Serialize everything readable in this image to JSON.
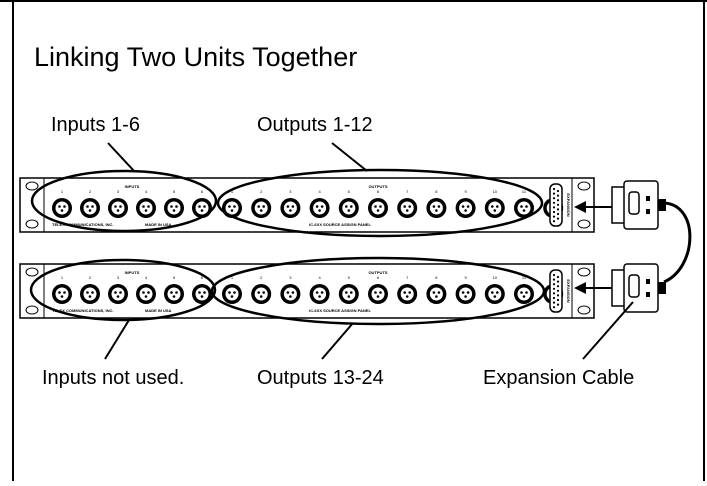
{
  "title": "Linking Two Units Together",
  "callouts": {
    "inputs_top": "Inputs 1-6",
    "outputs_top": "Outputs 1-12",
    "inputs_bottom": "Inputs not used.",
    "outputs_bottom": "Outputs 13-24",
    "expansion_cable": "Expansion Cable"
  },
  "panel": {
    "inputs_label": "INPUTS",
    "outputs_label": "OUTPUTS",
    "input_numbers": [
      "1",
      "2",
      "3",
      "4",
      "5",
      "6"
    ],
    "output_numbers": [
      "1",
      "2",
      "3",
      "4",
      "5",
      "6",
      "7",
      "8",
      "9",
      "10",
      "11",
      "12"
    ],
    "maker_text": "TELEX COMMUNICATIONS, INC.",
    "made_in_text": "MADE IN USA",
    "model_text": "IC-6XX SOURCE ASSIGN PANEL",
    "expansion_port_label": "EXPANSION"
  }
}
